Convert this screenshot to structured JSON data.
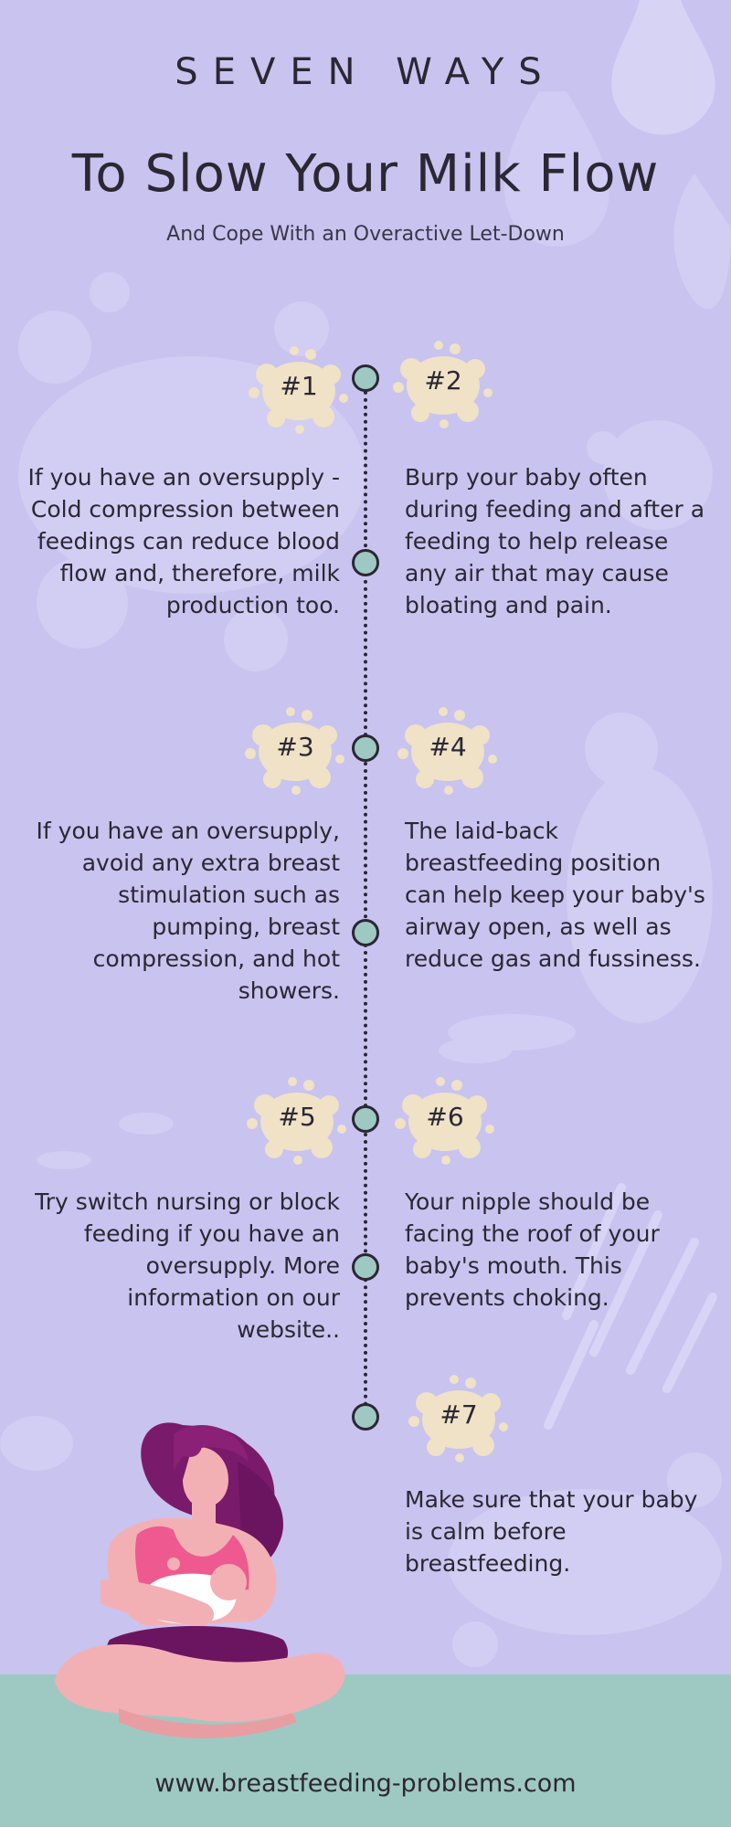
{
  "header": {
    "kicker": "SEVEN WAYS",
    "title": "To Slow Your Milk Flow",
    "subtitle": "And Cope With an Overactive Let-Down"
  },
  "tips": [
    {
      "number": "#1",
      "text": "If you have an oversupply - Cold compression between feedings can reduce blood flow and, therefore, milk production too."
    },
    {
      "number": "#2",
      "text": "Burp your baby often during feeding and after a feeding to help release any air that may cause bloating and pain."
    },
    {
      "number": "#3",
      "text": "If you have an oversupply, avoid any extra breast stimulation such as pumping, breast compression, and hot showers."
    },
    {
      "number": "#4",
      "text": "The laid-back breastfeeding position can help keep your baby's airway open, as well as reduce gas and fussiness."
    },
    {
      "number": "#5",
      "text": "Try switch nursing or block feeding if you have an oversupply. More information on our website.."
    },
    {
      "number": "#6",
      "text": "Your nipple should be facing the roof of your baby's mouth. This prevents choking."
    },
    {
      "number": "#7",
      "text": "Make sure that your baby is calm before breastfeeding."
    }
  ],
  "footer": {
    "website": "www.breastfeeding-problems.com"
  },
  "colors": {
    "background": "#c9c3ef",
    "timeline_node": "#9ec9c3",
    "splash": "#efe2c6",
    "text": "#2b2733",
    "floor": "#9ec9c3"
  }
}
